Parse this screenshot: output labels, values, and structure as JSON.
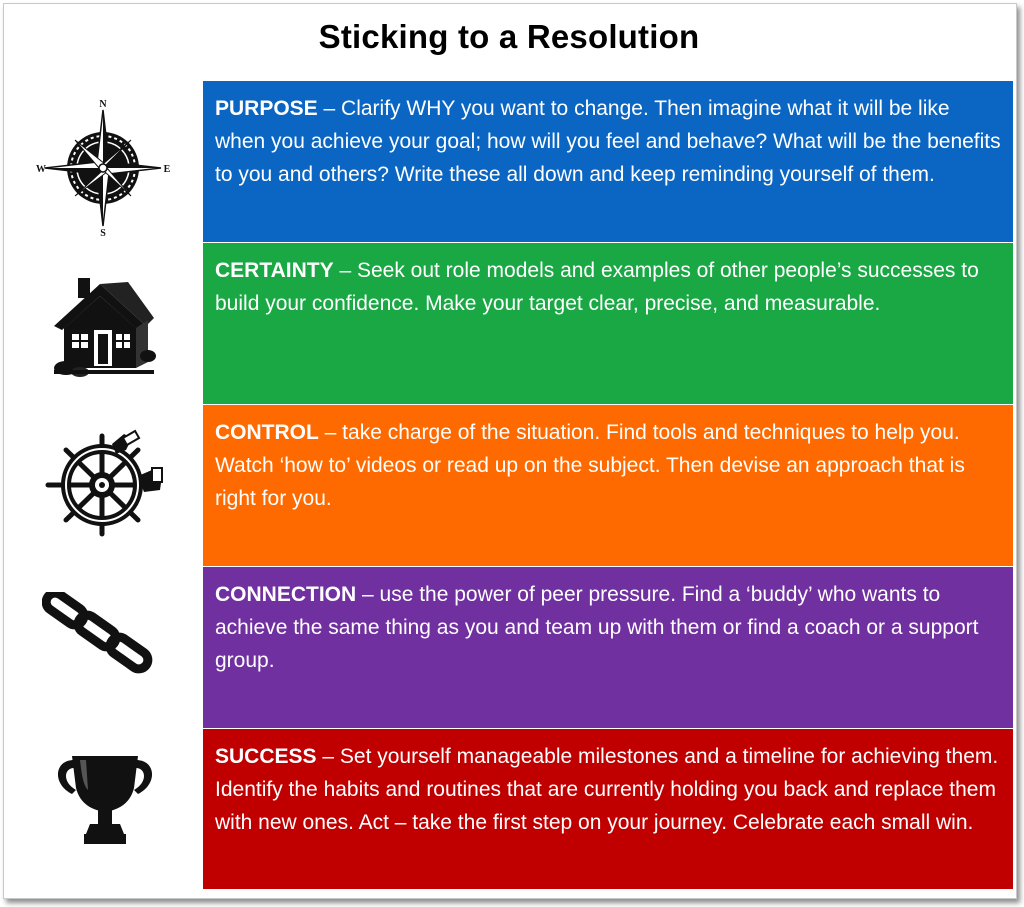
{
  "title": "Sticking to a Resolution",
  "colors": {
    "purpose": "#0a66c2",
    "certainty": "#1aa844",
    "control": "#ff6a00",
    "connection": "#7030a0",
    "success": "#c00000"
  },
  "panels": [
    {
      "keyword": "PURPOSE",
      "text": " – Clarify WHY you want to change. Then imagine what it will be like when you achieve your goal; how will you feel and behave? What will be the benefits to you and others? Write these all down and keep reminding yourself of them.",
      "icon": "compass-icon",
      "compass_labels": {
        "n": "N",
        "w": "W",
        "e": "E",
        "s": "S"
      }
    },
    {
      "keyword": "CERTAINTY",
      "text": " – Seek out role models and examples of other people’s successes to build your confidence. Make your target clear, precise, and measurable.",
      "icon": "house-icon"
    },
    {
      "keyword": "CONTROL",
      "text": " – take charge of the situation. Find tools and techniques to help you. Watch ‘how to’ videos or read up on the subject. Then devise an approach that is right for you.",
      "icon": "ship-wheel-icon"
    },
    {
      "keyword": "CONNECTION",
      "text": " – use the power of peer pressure. Find a ‘buddy’ who wants to achieve the same thing as you and team up with them or find a coach or a support group.",
      "icon": "chain-icon"
    },
    {
      "keyword": "SUCCESS",
      "text": " – Set yourself manageable milestones and a timeline for achieving them. Identify the habits and routines that are currently holding you back and replace them with new ones. Act – take the first step on your journey. Celebrate each small win.",
      "icon": "trophy-icon"
    }
  ]
}
